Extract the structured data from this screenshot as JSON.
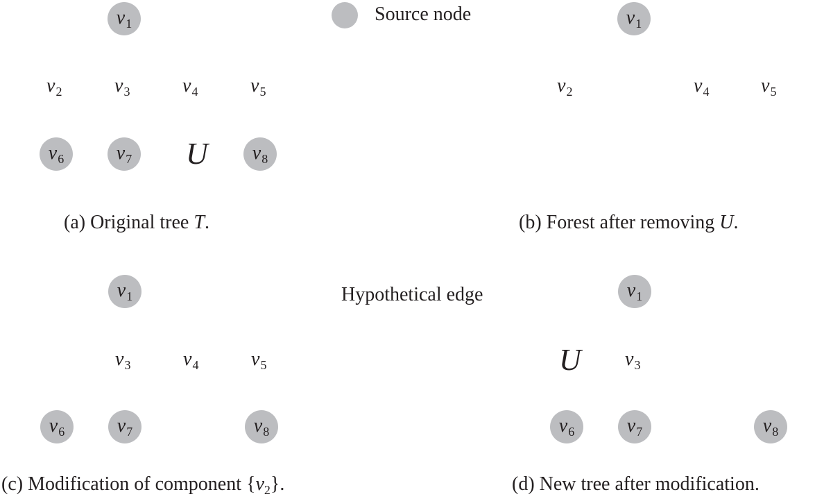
{
  "legend": {
    "source_label": "Source node",
    "edge_label": "Hypothetical edge"
  },
  "node_labels": {
    "v1": {
      "v": "v",
      "i": "1"
    },
    "v2": {
      "v": "v",
      "i": "2"
    },
    "v3": {
      "v": "v",
      "i": "3"
    },
    "v4": {
      "v": "v",
      "i": "4"
    },
    "v5": {
      "v": "v",
      "i": "5"
    },
    "v6": {
      "v": "v",
      "i": "6"
    },
    "v7": {
      "v": "v",
      "i": "7"
    },
    "v8": {
      "v": "v",
      "i": "8"
    },
    "U": "U"
  },
  "captions": {
    "a": {
      "prefix": "(a) Original tree ",
      "var": "T",
      "suffix": "."
    },
    "b": {
      "prefix": "(b) Forest after removing ",
      "var": "U",
      "suffix": "."
    },
    "c": {
      "prefix": "(c) Modification of component {",
      "var": "v",
      "sub": "2",
      "suffix": "}."
    },
    "d": {
      "text": "(d) New tree after modification."
    }
  },
  "colors": {
    "source_node": "#bcbdc0",
    "text": "#231f20"
  }
}
